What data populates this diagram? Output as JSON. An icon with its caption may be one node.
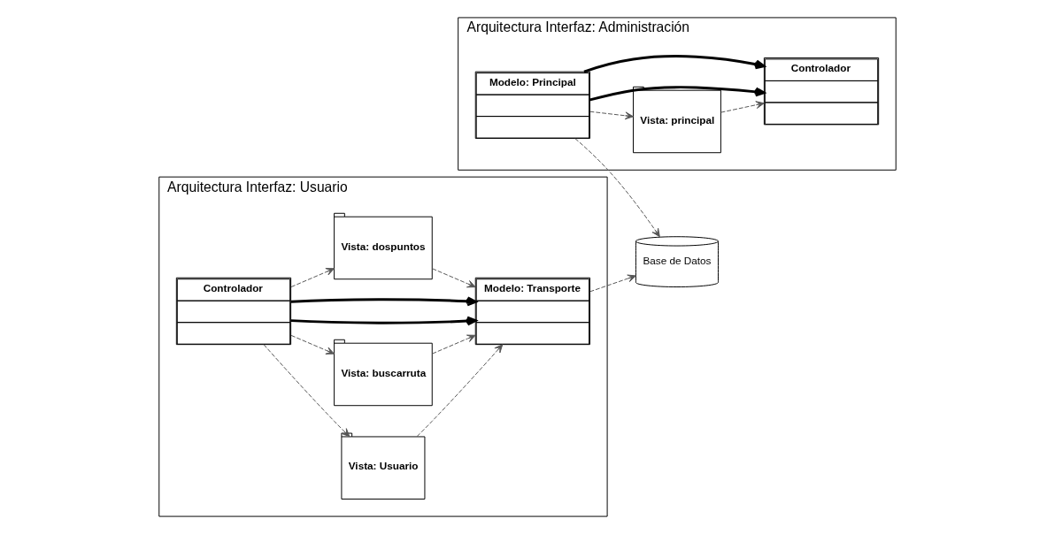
{
  "diagram": {
    "nodes": [
      {
        "text": [
          "Arquitectura Interfaz: Usuario"
        ]
      },
      {
        "text": [
          "Vista: Usuario"
        ],
        "in": 0
      },
      {
        "text": [
          "Controlador"
        ],
        "in": 0
      },
      {
        "text": [
          "Vista: buscarruta"
        ],
        "in": 0
      },
      {
        "text": [
          "Modelo: Transporte"
        ],
        "in": 0
      },
      {
        "text": [
          "Vista: dospuntos"
        ],
        "in": 0
      },
      {
        "text": [
          "Base de Datos"
        ]
      },
      {
        "text": [
          "Arquitectura Interfaz: Administración"
        ]
      },
      {
        "text": [
          "Modelo: Principal"
        ],
        "in": 7
      },
      {
        "text": [
          "Vista: principal"
        ],
        "in": 7
      },
      {
        "text": [
          "Controlador"
        ],
        "in": 7
      }
    ],
    "edges": [
      {
        "from": 2,
        "to": 1,
        "arrow": "to",
        "style": "dashed"
      },
      {
        "from": 1,
        "to": 4,
        "arrow": "to",
        "style": "dashed"
      },
      {
        "from": 2,
        "to": 3,
        "arrow": "to",
        "style": "dashed"
      },
      {
        "from": 3,
        "to": 4,
        "arrow": "to",
        "style": "dashed"
      },
      {
        "from": 2,
        "to": 5,
        "arrow": "to",
        "style": "dashed"
      },
      {
        "from": 5,
        "to": 4,
        "arrow": "to",
        "style": "dashed"
      },
      {
        "from": 2,
        "to": 4,
        "arrow": "to",
        "style": "thick"
      },
      {
        "from": 2,
        "to": 4,
        "arrow": "to",
        "style": "thick"
      },
      {
        "from": 4,
        "to": 6,
        "arrow": "to",
        "style": "dashed"
      },
      {
        "from": 8,
        "to": 6,
        "arrow": "to",
        "style": "dashed"
      },
      {
        "from": 8,
        "to": 9,
        "arrow": "to",
        "style": "dashed"
      },
      {
        "from": 9,
        "to": 10,
        "arrow": "to",
        "style": "dashed"
      },
      {
        "from": 8,
        "to": 10,
        "arrow": "to",
        "style": "thick"
      },
      {
        "from": 8,
        "to": 10,
        "arrow": "to",
        "style": "thick"
      }
    ]
  }
}
